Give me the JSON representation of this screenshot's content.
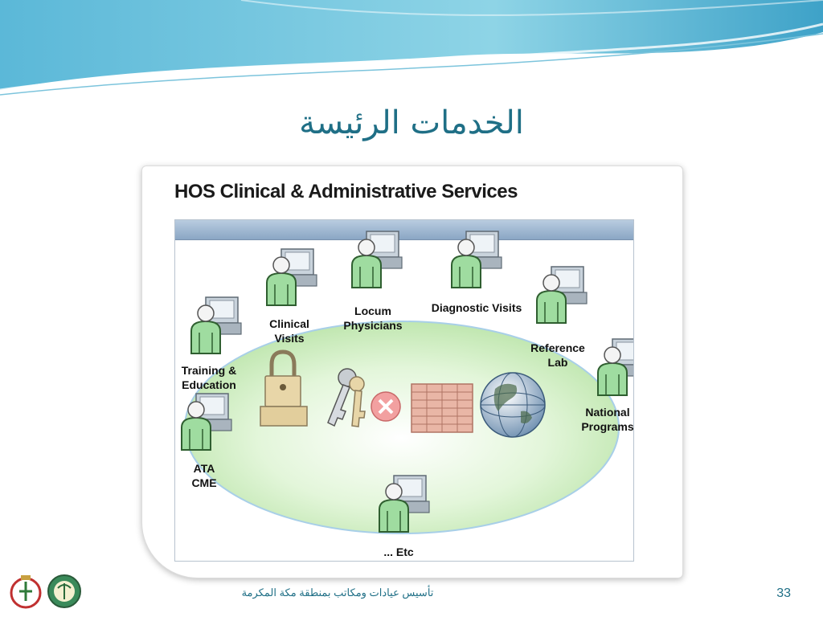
{
  "slide": {
    "title": "الخدمات الرئيسة",
    "footer_text": "تأسيس عيادات ومكاتب بمنطقة مكة المكرمة",
    "page_number": "33"
  },
  "diagram": {
    "heading": "HOS Clinical & Administrative Services",
    "nodes": [
      {
        "id": "training",
        "label": "Training &\nEducation"
      },
      {
        "id": "clinical",
        "label": "Clinical\nVisits"
      },
      {
        "id": "locum",
        "label": "Locum\nPhysicians"
      },
      {
        "id": "diagnostic",
        "label": "Diagnostic Visits"
      },
      {
        "id": "reference",
        "label": "Reference\nLab"
      },
      {
        "id": "national",
        "label": "National\nPrograms"
      },
      {
        "id": "ata",
        "label": "ATA\nCME"
      },
      {
        "id": "etc",
        "label": "... Etc"
      }
    ],
    "center_icons": [
      "padlock-icon",
      "keys-icon",
      "deny-icon",
      "firewall-icon",
      "globe-icon"
    ]
  },
  "colors": {
    "accent": "#1f6f86",
    "ellipse_fill": "#cfeec0",
    "user_fill": "#9fdca0",
    "monitor_fill": "#c9d3dc"
  }
}
